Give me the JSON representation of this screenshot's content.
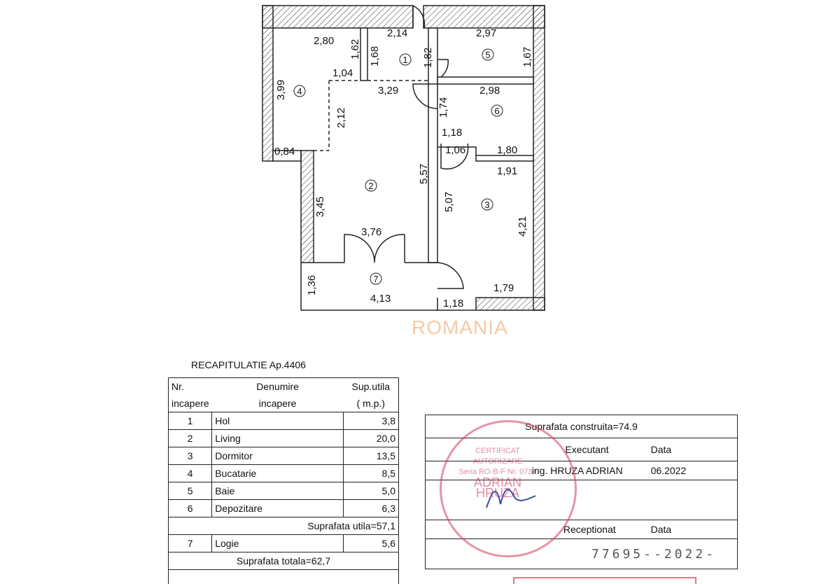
{
  "plan": {
    "dimensions": [
      "2,80",
      "1,62",
      "1,68",
      "2,14",
      "1,82",
      "2,97",
      "1,67",
      "3,99",
      "1,04",
      "3,29",
      "2,98",
      "1,74",
      "2,12",
      "1,18",
      "1,06",
      "1,80",
      "0,84",
      "1,91",
      "5,57",
      "5,07",
      "4,21",
      "3,45",
      "3,76",
      "1,36",
      "4,13",
      "1,79",
      "1,18"
    ],
    "room_numbers": [
      "1",
      "2",
      "3",
      "4",
      "5",
      "6",
      "7"
    ],
    "watermark": "ROMANIA"
  },
  "recap": {
    "title": "RECAPITULATIE Ap.4406",
    "headers": {
      "nr1": "Nr.",
      "nr2": "incapere",
      "name1": "Denumire",
      "name2": "incapere",
      "area1": "Sup.utila",
      "area2": "( m.p.)"
    },
    "rows": [
      {
        "nr": "1",
        "name": "Hol",
        "area": "3,8"
      },
      {
        "nr": "2",
        "name": "Living",
        "area": "20,0"
      },
      {
        "nr": "3",
        "name": "Dormitor",
        "area": "13,5"
      },
      {
        "nr": "4",
        "name": "Bucatarie",
        "area": "8,5"
      },
      {
        "nr": "5",
        "name": "Baie",
        "area": "5,0"
      },
      {
        "nr": "6",
        "name": "Depozitare",
        "area": "6,3"
      }
    ],
    "useful_total": "Suprafata utila=57,1",
    "extra_row": {
      "nr": "7",
      "name": "Logie",
      "area": "5,6"
    },
    "grand_total": "Suprafata totala=62,7"
  },
  "signoff": {
    "built_area": "Suprafata construita=74.9",
    "executant_label": "Executant",
    "date_label": "Data",
    "executant": "ing. HRUZA ADRIAN",
    "executant_date": "06.2022",
    "received_label": "Receptionat",
    "received_date_label": "Data",
    "registration": "77695--2022-"
  },
  "stamp": {
    "line1": "CERTIFICAT",
    "line2": "AUTORIZARE",
    "line3": "Seria RO-B-F Nr. 0739",
    "name1": "ADRIAN",
    "name2": "HRUZA"
  },
  "colors": {
    "stamp": "#d23c5a",
    "watermark": "#f6c9a6"
  }
}
